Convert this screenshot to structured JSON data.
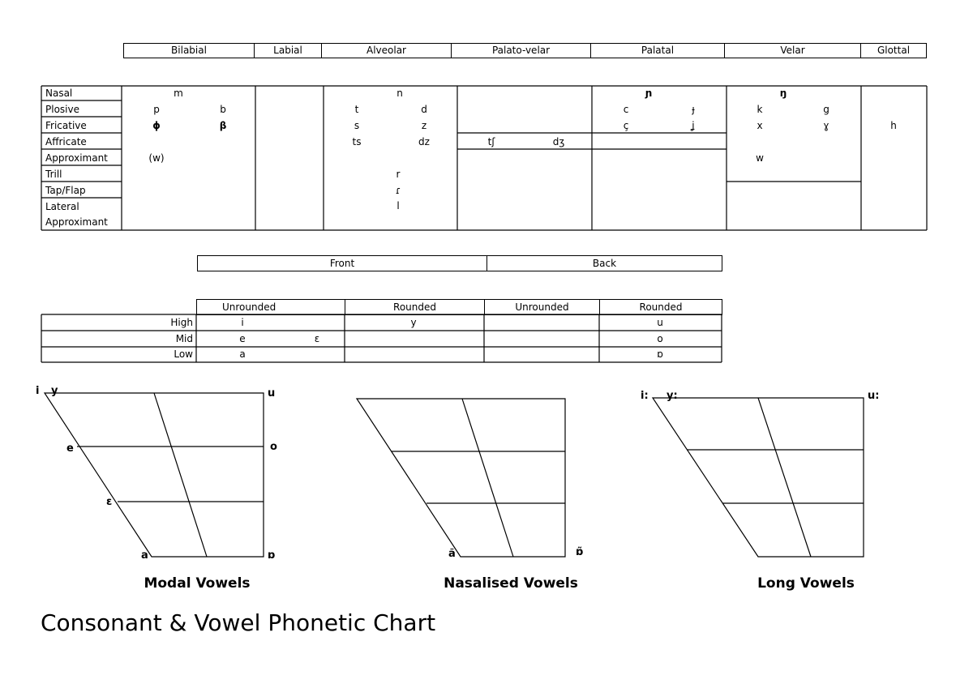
{
  "consonants": {
    "places": [
      "Bilabial",
      "Labial",
      "Alveolar",
      "Palato-velar",
      "Palatal",
      "Velar",
      "Glottal"
    ],
    "manners": [
      "Nasal",
      "Plosive",
      "Fricative",
      "Affricate",
      "Approximant",
      "Trill",
      "Tap/Flap",
      "Lateral",
      "Approximant"
    ],
    "symbols": {
      "bilabial_m": "m",
      "bilabial_p": "p",
      "bilabial_b": "b",
      "bilabial_phi": "ɸ",
      "bilabial_beta": "β",
      "bilabial_w": "(w)",
      "alveolar_n": "n",
      "alveolar_t": "t",
      "alveolar_d": "d",
      "alveolar_s": "s",
      "alveolar_z": "z",
      "alveolar_ts": "ts",
      "alveolar_dz": "dz",
      "alveolar_r": "r",
      "alveolar_tap": "ɾ",
      "alveolar_l": "l",
      "palatovelar_tsh": "tʃ",
      "palatovelar_dzh": "dʒ",
      "palatal_nasal": "ɲ",
      "palatal_c": "c",
      "palatal_j_stop": "ɟ",
      "palatal_c_cedilla": "ç",
      "palatal_j_fric": "ʝ",
      "velar_nasal": "ŋ",
      "velar_k": "k",
      "velar_g": "g",
      "velar_x": "x",
      "velar_gamma": "ɣ",
      "velar_w": "w",
      "glottal_h": "h"
    }
  },
  "vowels": {
    "front_label": "Front",
    "back_label": "Back",
    "sub_headers": [
      "Unrounded",
      "Rounded",
      "Unrounded",
      "Rounded"
    ],
    "rows": [
      "High",
      "Mid",
      "Low"
    ],
    "symbols": {
      "front_unr_high": "i",
      "front_unr_mid_e": "e",
      "front_unr_mid_eps": "ɛ",
      "front_unr_low": "a",
      "front_rnd_high": "y",
      "back_rnd_high": "u",
      "back_rnd_mid": "o",
      "back_rnd_low": "ɒ"
    }
  },
  "diagrams": {
    "modal": {
      "caption": "Modal Vowels",
      "labels": {
        "i": "i",
        "y": "y",
        "u": "u",
        "e": "e",
        "o": "o",
        "eps": "ɛ",
        "a": "a",
        "low_back": "ɒ"
      }
    },
    "nasal": {
      "caption": "Nasalised Vowels",
      "labels": {
        "a": "ã",
        "low_back": "ɒ̃"
      }
    },
    "long": {
      "caption": "Long Vowels",
      "labels": {
        "i": "i:",
        "y": "y:",
        "u": "u:"
      }
    }
  },
  "title": "Consonant & Vowel Phonetic Chart"
}
